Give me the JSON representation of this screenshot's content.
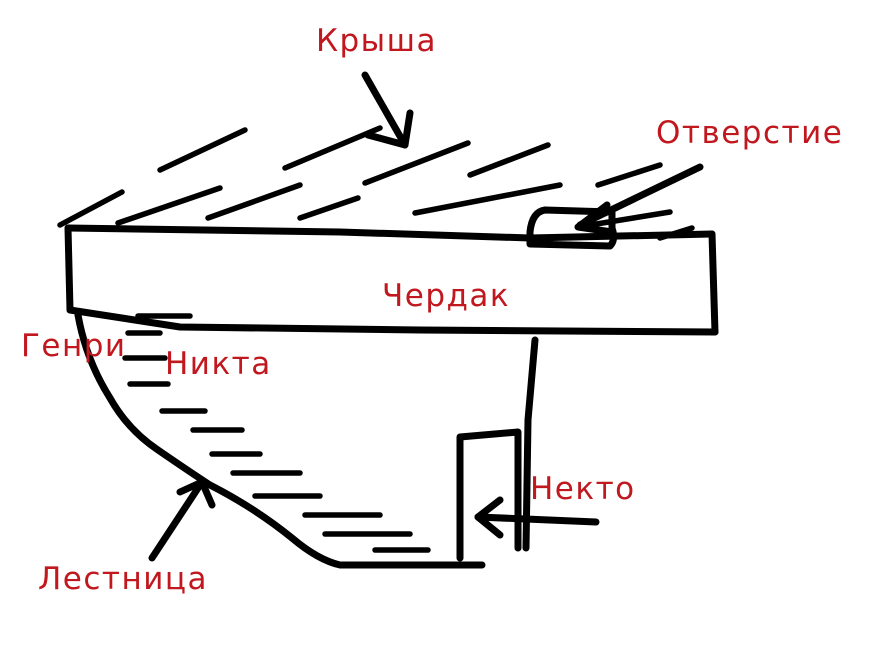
{
  "labels": {
    "roof": "Крыша",
    "hole": "Отверстие",
    "attic": "Чердак",
    "henry": "Генри",
    "nikta": "Никта",
    "someone": "Некто",
    "stairs": "Лестница"
  },
  "colors": {
    "label": "#c0181e",
    "ink": "#000000",
    "background": "#ffffff"
  }
}
